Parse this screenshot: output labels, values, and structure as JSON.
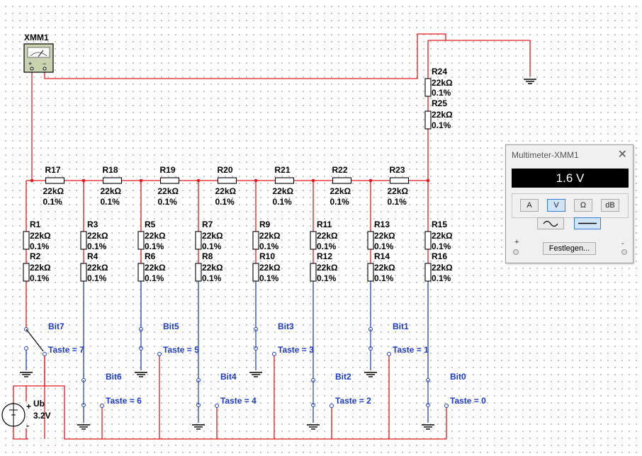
{
  "meter": {
    "label": "XMM1"
  },
  "resistor_value": "22kΩ",
  "tolerance": "0.1%",
  "top_resistors": [
    "R17",
    "R18",
    "R19",
    "R20",
    "R21",
    "R22",
    "R23"
  ],
  "column_resistors": [
    [
      "R1",
      "R2"
    ],
    [
      "R3",
      "R4"
    ],
    [
      "R5",
      "R6"
    ],
    [
      "R7",
      "R8"
    ],
    [
      "R9",
      "R10"
    ],
    [
      "R11",
      "R12"
    ],
    [
      "R13",
      "R14"
    ],
    [
      "R15",
      "R16"
    ]
  ],
  "divider_resistors": [
    "R24",
    "R25"
  ],
  "switches": [
    {
      "bit": "Bit7",
      "key": "Taste = 7"
    },
    {
      "bit": "Bit6",
      "key": "Taste = 6"
    },
    {
      "bit": "Bit5",
      "key": "Taste = 5"
    },
    {
      "bit": "Bit4",
      "key": "Taste = 4"
    },
    {
      "bit": "Bit3",
      "key": "Taste = 3"
    },
    {
      "bit": "Bit2",
      "key": "Taste = 2"
    },
    {
      "bit": "Bit1",
      "key": "Taste = 1"
    },
    {
      "bit": "Bit0",
      "key": "Taste = 0"
    }
  ],
  "source": {
    "name": "Ub",
    "value": "3.2V",
    "plus": "+",
    "minus": "-"
  },
  "multimeter": {
    "title": "Multimeter-XMM1",
    "close": "✕",
    "reading": "1.6 V",
    "modes": [
      "A",
      "V",
      "Ω",
      "dB"
    ],
    "selected_mode": "V",
    "waveforms": [
      "ac-wave-icon",
      "dc-line-icon"
    ],
    "selected_waveform": "dc-line-icon",
    "settings_button": "Festlegen...",
    "plus_terminal": "+",
    "minus_terminal": "-"
  }
}
